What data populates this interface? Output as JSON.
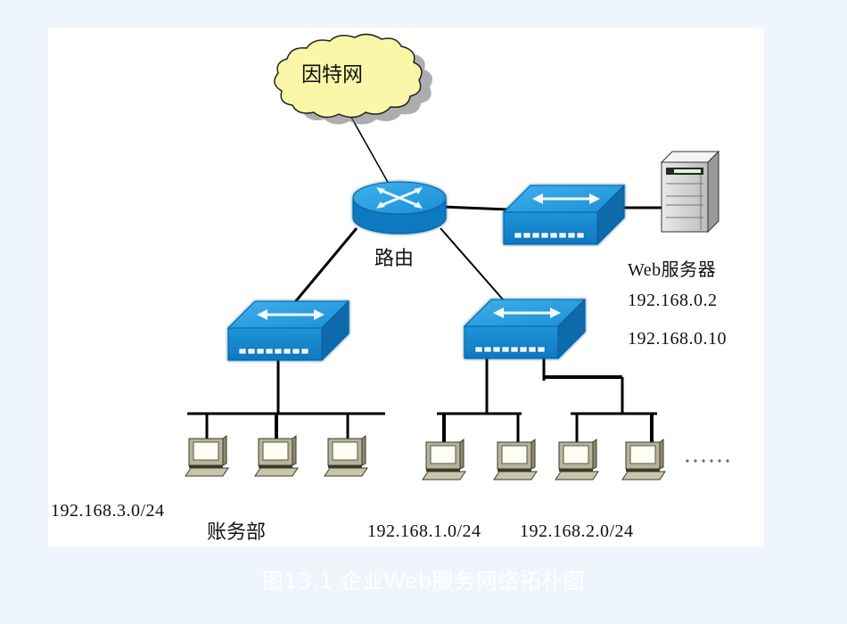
{
  "diagram": {
    "title": "企业Web服务网络拓朴图",
    "nodes": {
      "internet": {
        "label": "因特网",
        "type": "cloud"
      },
      "router": {
        "label": "路由",
        "type": "router"
      },
      "web_switch": {
        "type": "switch"
      },
      "web_server": {
        "label": "Web服务器",
        "type": "server",
        "ips": [
          "192.168.0.2",
          "192.168.0.10"
        ]
      },
      "switch_accounting": {
        "type": "switch"
      },
      "switch_lan": {
        "type": "switch"
      },
      "subnet_accounting": {
        "network": "192.168.3.0/24",
        "dept": "账务部",
        "hosts": 3
      },
      "subnet_1": {
        "network": "192.168.1.0/24",
        "hosts": 2
      },
      "subnet_2": {
        "network": "192.168.2.0/24",
        "hosts": 2
      },
      "more_hosts": "……"
    },
    "edges": [
      [
        "internet",
        "router"
      ],
      [
        "router",
        "web_switch"
      ],
      [
        "web_switch",
        "web_server"
      ],
      [
        "router",
        "switch_accounting"
      ],
      [
        "router",
        "switch_lan"
      ],
      [
        "switch_accounting",
        "subnet_accounting"
      ],
      [
        "switch_lan",
        "subnet_1"
      ],
      [
        "switch_lan",
        "subnet_2"
      ]
    ]
  },
  "labels": {
    "internet": "因特网",
    "router": "路由",
    "web_server": "Web服务器",
    "web_ip_1": "192.168.0.2",
    "web_ip_2": "192.168.0.10",
    "net_accounting": "192.168.3.0/24",
    "dept_accounting": "账务部",
    "net_1": "192.168.1.0/24",
    "net_2": "192.168.2.0/24",
    "ellipsis": "……",
    "caption": "图13.1 企业Web服务网络拓朴图"
  },
  "colors": {
    "device_blue": "#1a8fd6",
    "device_dark": "#0a5d9a",
    "cloud_fill": "#fbf7a8",
    "pc_body": "#b8b49a",
    "line": "#000000",
    "page_bg": "#eef5fd"
  }
}
